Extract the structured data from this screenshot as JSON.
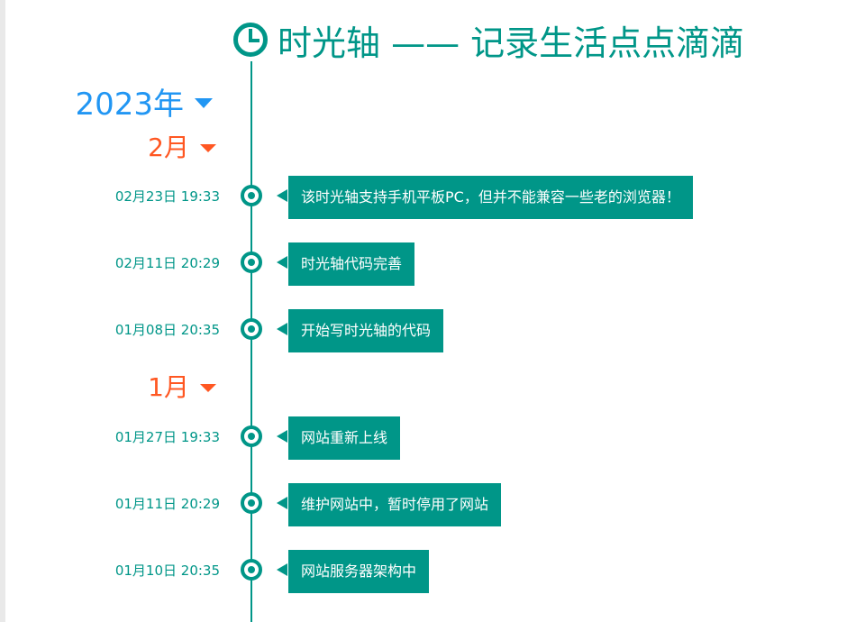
{
  "title": "时光轴 —— 记录生活点点滴滴",
  "title_icon": "clock-icon",
  "colors": {
    "accent": "#009688",
    "year": "#2196f3",
    "month": "#ff5722"
  },
  "year": {
    "label": "2023年"
  },
  "months": [
    {
      "label": "2月",
      "events": [
        {
          "time": "02月23日 19:33",
          "text": "该时光轴支持手机平板PC，但并不能兼容一些老的浏览器！"
        },
        {
          "time": "02月11日 20:29",
          "text": "时光轴代码完善"
        },
        {
          "time": "01月08日 20:35",
          "text": "开始写时光轴的代码"
        }
      ]
    },
    {
      "label": "1月",
      "events": [
        {
          "time": "01月27日 19:33",
          "text": "网站重新上线"
        },
        {
          "time": "01月11日 20:29",
          "text": "维护网站中，暂时停用了网站"
        },
        {
          "time": "01月10日 20:35",
          "text": "网站服务器架构中"
        }
      ]
    }
  ]
}
